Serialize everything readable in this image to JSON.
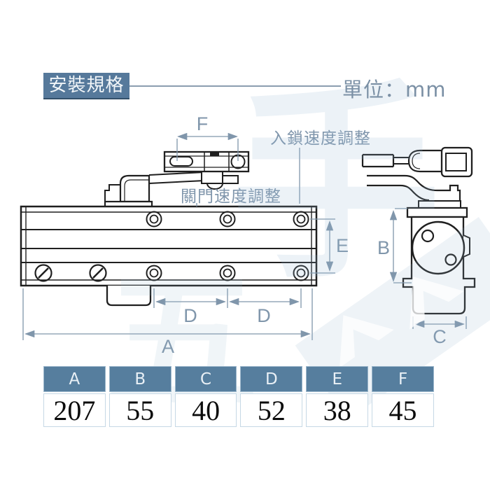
{
  "header": {
    "title": "安裝規格",
    "unit": "單位：mm"
  },
  "drawing": {
    "annotations": {
      "latch_speed_adjust": "入鎖速度調整",
      "closing_speed_adjust": "關門速度調整"
    },
    "dim_labels": {
      "A": "A",
      "B": "B",
      "C": "C",
      "D": "D",
      "E": "E",
      "F": "F"
    }
  },
  "spec_table": {
    "columns": [
      "A",
      "B",
      "C",
      "D",
      "E",
      "F"
    ],
    "values": [
      "207",
      "55",
      "40",
      "52",
      "38",
      "45"
    ]
  },
  "colors": {
    "accent": "#567e9e",
    "dimension": "#8096ab",
    "line": "#1f1f1f",
    "table_border": "#c6d8e5",
    "watermark": "#dfeaf2"
  }
}
